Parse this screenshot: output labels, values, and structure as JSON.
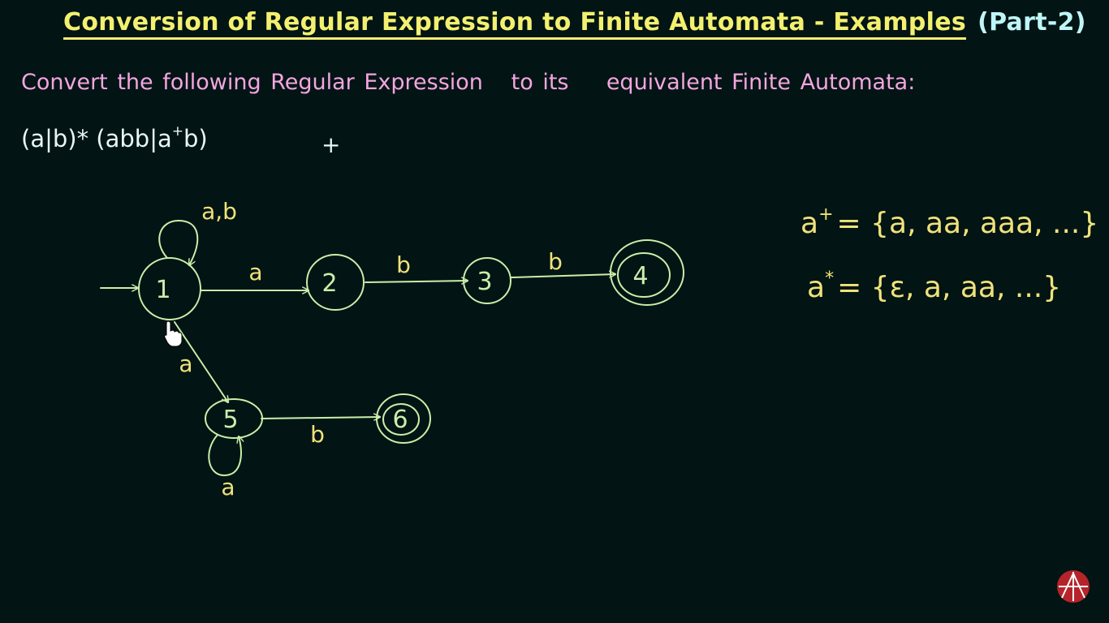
{
  "header": {
    "title": "Conversion of Regular Expression to Finite Automata - Examples",
    "part": "(Part-2)"
  },
  "question": {
    "prompt": "Convert the following Regular Expression   to its    equivalent Finite Automata:",
    "regex_before_sup": "(a|b)* (abb|a",
    "regex_sup": "+",
    "regex_after_sup": "b)",
    "stray_mark": "+"
  },
  "automaton": {
    "states": [
      "1",
      "2",
      "3",
      "4",
      "5",
      "6"
    ],
    "start_state": "1",
    "final_states": [
      "4",
      "6"
    ],
    "transitions": [
      {
        "from": "1",
        "to": "1",
        "label": "a,b"
      },
      {
        "from": "1",
        "to": "2",
        "label": "a"
      },
      {
        "from": "2",
        "to": "3",
        "label": "b"
      },
      {
        "from": "3",
        "to": "4",
        "label": "b"
      },
      {
        "from": "1",
        "to": "5",
        "label": "a"
      },
      {
        "from": "5",
        "to": "5",
        "label": "a"
      },
      {
        "from": "5",
        "to": "6",
        "label": "b"
      }
    ]
  },
  "notes": {
    "plus_lhs": "a",
    "plus_sup": "+",
    "plus_set": "= {a, aa, aaa, ...}",
    "star_lhs": "a",
    "star_sup": "*",
    "star_set": "= {ε, a, aa, ...}"
  },
  "colors": {
    "background": "#031414",
    "title": "#f3f070",
    "part": "#bff5f7",
    "prompt": "#f2a6e0",
    "chalk_green": "#c9efaa",
    "chalk_yellow": "#efe27a",
    "logo": "#b5242a"
  }
}
